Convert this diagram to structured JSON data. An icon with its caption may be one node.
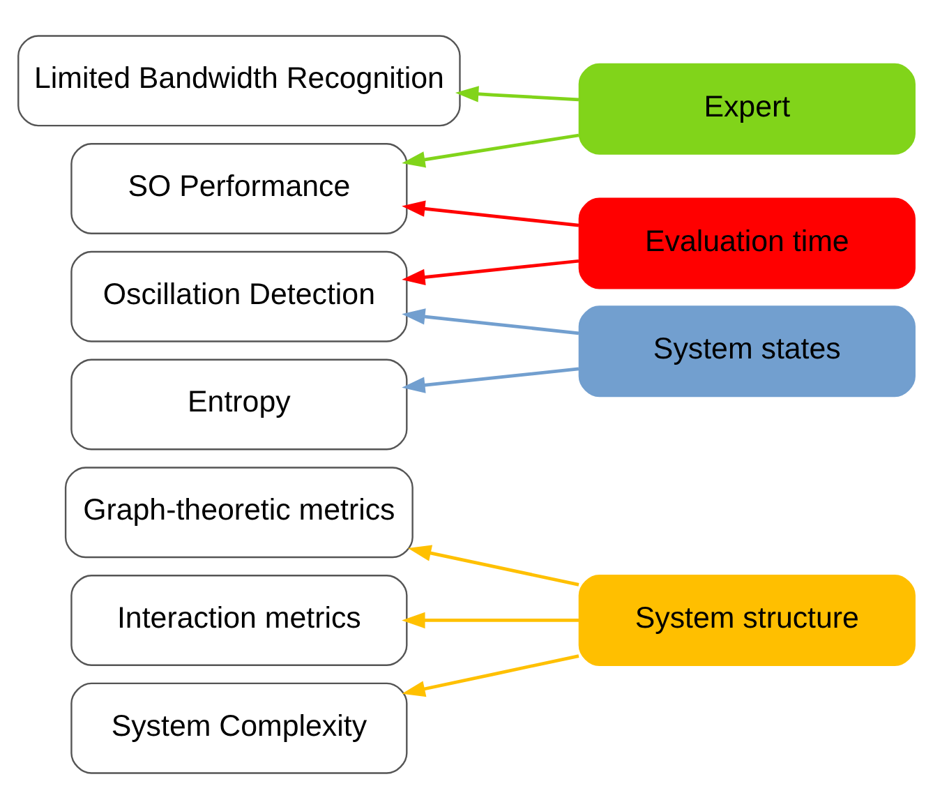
{
  "diagram": {
    "nodes": [
      {
        "text": [
          "Graph-theoretic metrics"
        ]
      },
      {
        "text": [
          "System structure"
        ]
      },
      {
        "text": [
          "Interaction metrics"
        ]
      },
      {
        "text": [
          "System Complexity"
        ]
      },
      {
        "text": [
          "Limited Bandwidth Recognition"
        ]
      },
      {
        "text": [
          "Expert"
        ]
      },
      {
        "text": [
          "SO Performance"
        ]
      },
      {
        "text": [
          "Evaluation time"
        ]
      },
      {
        "text": [
          "Oscillation Detection"
        ]
      },
      {
        "text": [
          "System states"
        ]
      },
      {
        "text": [
          "Entropy"
        ]
      }
    ],
    "edges": [
      {
        "from": 1,
        "to": 0,
        "arrow": "to",
        "color": "#ffc000"
      },
      {
        "from": 1,
        "to": 2,
        "arrow": "to",
        "color": "#ffc000"
      },
      {
        "from": 1,
        "to": 3,
        "arrow": "to",
        "color": "#ffc000"
      },
      {
        "from": 5,
        "to": 4,
        "arrow": "to",
        "color": "#81d41a"
      },
      {
        "from": 5,
        "to": 6,
        "arrow": "to",
        "color": "#81d41a"
      },
      {
        "from": 7,
        "to": 6,
        "arrow": "to",
        "color": "#ff0000"
      },
      {
        "from": 7,
        "to": 8,
        "arrow": "to",
        "color": "#ff0000"
      },
      {
        "from": 9,
        "to": 8,
        "arrow": "to",
        "color": "#729fcf"
      },
      {
        "from": 9,
        "to": 10,
        "arrow": "to",
        "color": "#729fcf"
      }
    ]
  }
}
